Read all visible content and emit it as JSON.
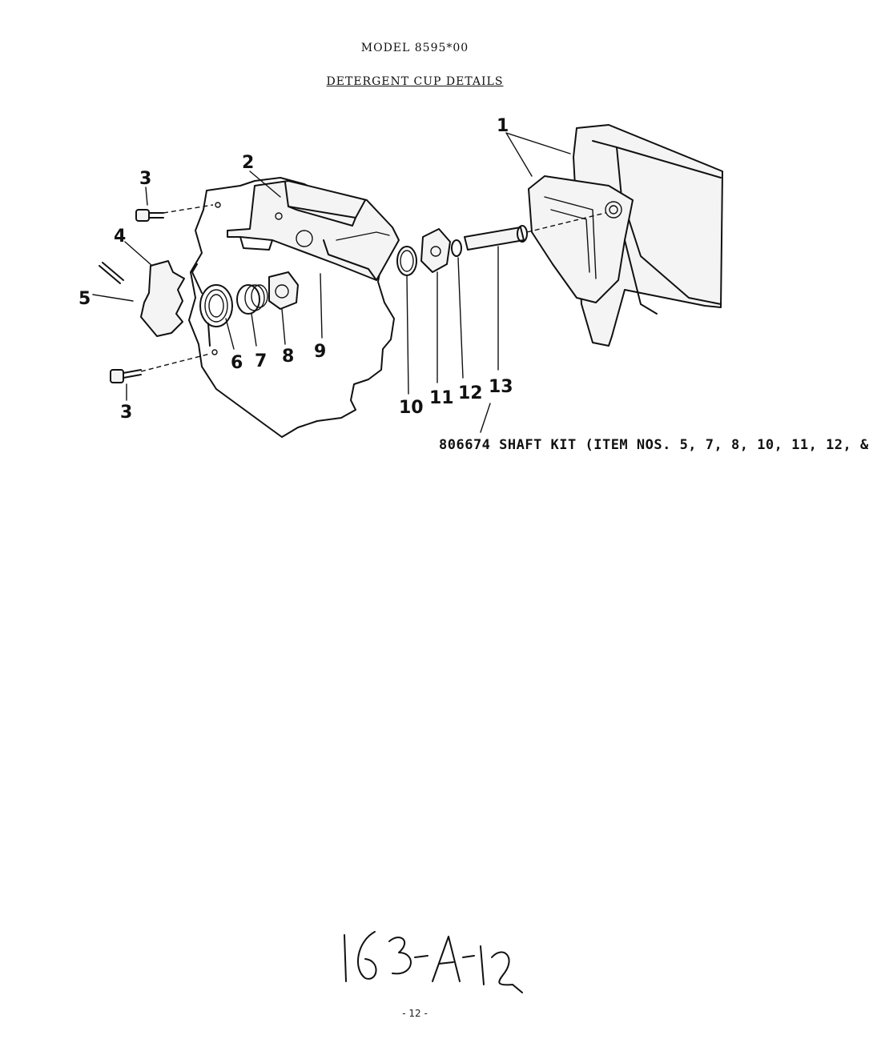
{
  "header": {
    "model": "MODEL 8595*00",
    "section": "DETERGENT CUP DETAILS"
  },
  "callouts": {
    "c1": "1",
    "c2": "2",
    "c3a": "3",
    "c3b": "3",
    "c4": "4",
    "c5": "5",
    "c6": "6",
    "c7": "7",
    "c8": "8",
    "c9": "9",
    "c10": "10",
    "c11": "11",
    "c12": "12",
    "c13": "13"
  },
  "kit_note": "806674 SHAFT KIT (ITEM NOS. 5, 7, 8, 10, 11, 12, &",
  "handwritten_code": "163-A-12",
  "page_number": "- 12 -"
}
